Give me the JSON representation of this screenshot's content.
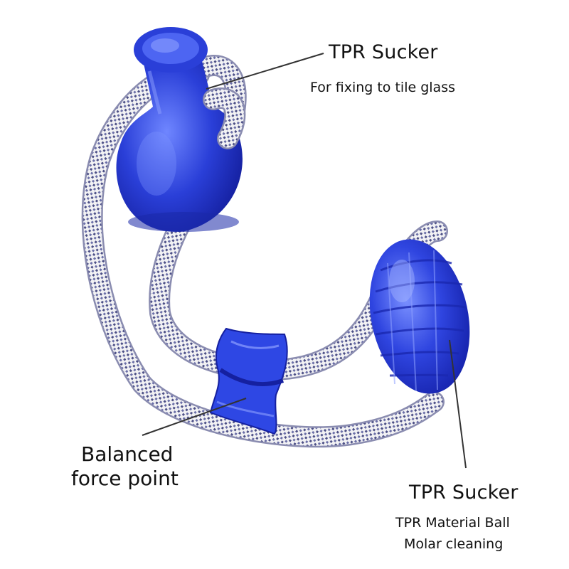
{
  "labels": {
    "top_title": "TPR Sucker",
    "top_subtitle": "For fixing to tile glass",
    "left_line1": "Balanced",
    "left_line2": "force point",
    "bottom_title": "TPR Sucker",
    "bottom_line1": "TPR Material Ball",
    "bottom_line2": "Molar cleaning"
  },
  "colors": {
    "toy_blue": "#2a3fd8",
    "toy_blue_dark": "#1520a0",
    "toy_blue_light": "#6f86ff",
    "rope_white": "#f2f2f4",
    "rope_pattern": "#4c4f86",
    "leader_line": "#333333",
    "text": "#111111"
  }
}
